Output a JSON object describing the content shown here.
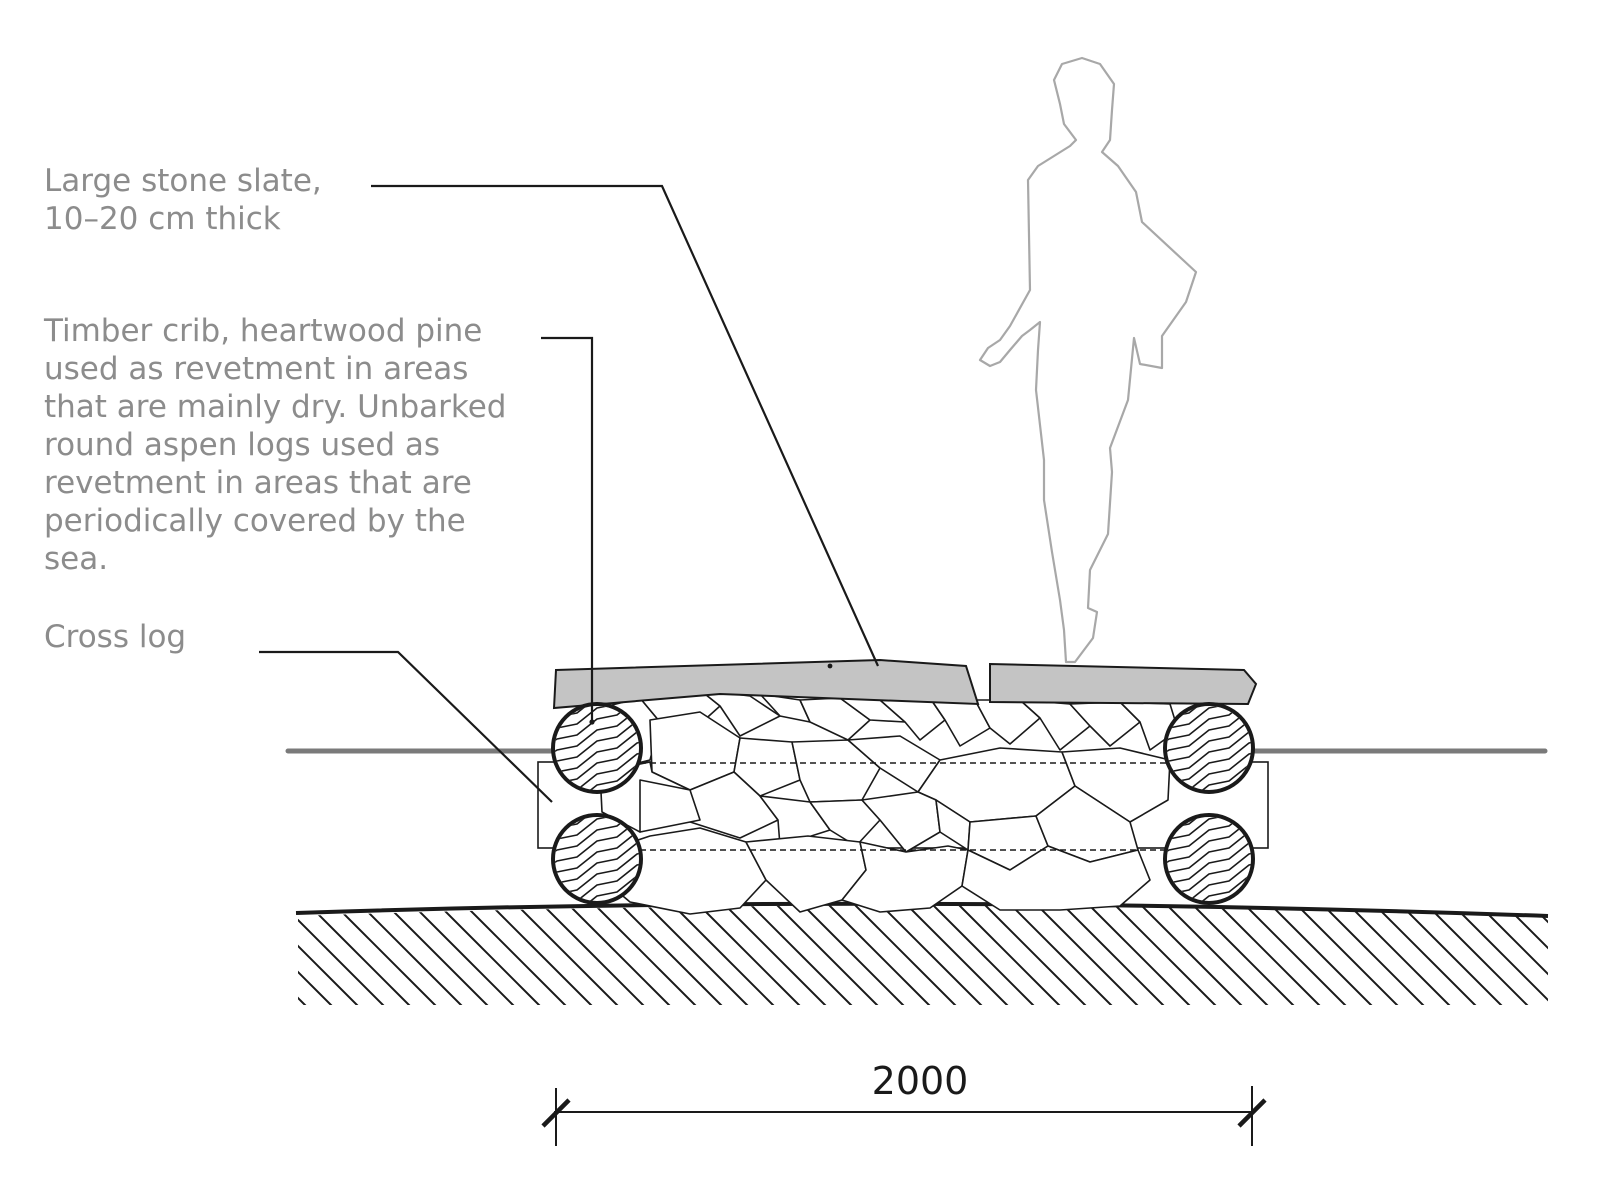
{
  "labels": {
    "slate": "Large stone slate,\n10–20 cm thick",
    "crib": "Timber crib, heartwood pine\nused as revetment in areas\nthat are mainly dry. Unbarked\nround aspen logs used as\nrevetment in areas that are\nperiodically covered by the\nsea.",
    "cross_log": "Cross log"
  },
  "dimension": {
    "value": "2000"
  },
  "colors": {
    "line": "#1a1a1a",
    "label_text": "#8c8c8c",
    "slate_fill": "#c4c4c4",
    "water_line": "#7a7a7a",
    "figure_outline": "#a8a8a8"
  }
}
